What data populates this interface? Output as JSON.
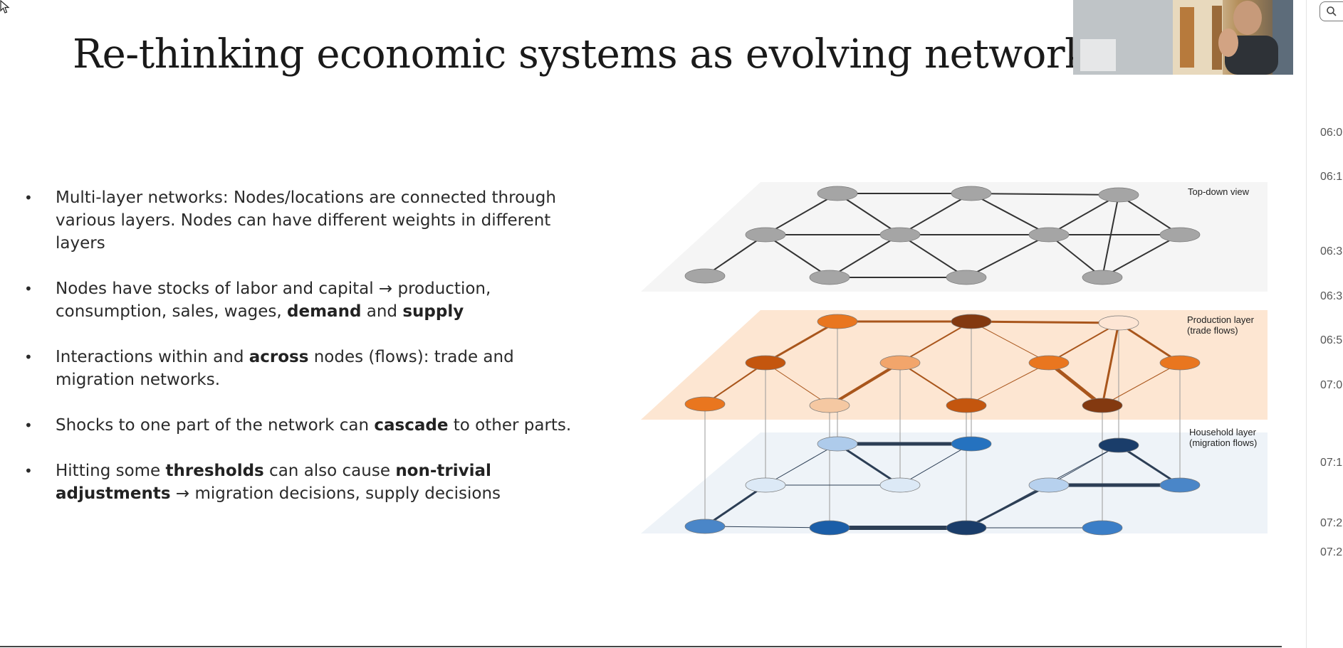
{
  "slide": {
    "title": "Re-thinking economic systems as evolving networks",
    "bullets": [
      {
        "parts": [
          {
            "text": "Multi-layer networks: Nodes/locations are connected through various layers. Nodes can have different weights in different layers",
            "bold": false
          }
        ]
      },
      {
        "parts": [
          {
            "text": "Nodes have stocks of labor and capital → production, consumption, sales, wages, ",
            "bold": false
          },
          {
            "text": "demand",
            "bold": true
          },
          {
            "text": " and ",
            "bold": false
          },
          {
            "text": "supply",
            "bold": true
          }
        ]
      },
      {
        "parts": [
          {
            "text": "Interactions within and ",
            "bold": false
          },
          {
            "text": "across",
            "bold": true
          },
          {
            "text": " nodes (flows): trade and migration networks.",
            "bold": false
          }
        ]
      },
      {
        "parts": [
          {
            "text": "Shocks to one part of the network can ",
            "bold": false
          },
          {
            "text": "cascade",
            "bold": true
          },
          {
            "text": " to other parts.",
            "bold": false
          }
        ]
      },
      {
        "parts": [
          {
            "text": "Hitting some ",
            "bold": false
          },
          {
            "text": "thresholds",
            "bold": true
          },
          {
            "text": " can also cause ",
            "bold": false
          },
          {
            "text": "non-trivial adjustments",
            "bold": true
          },
          {
            "text": " → migration decisions, supply decisions",
            "bold": false
          }
        ]
      }
    ],
    "diagram": {
      "layers": [
        {
          "id": "top",
          "label": "Top-down view",
          "plane_color": "#f5f5f5",
          "node_color": "#a5a5a5"
        },
        {
          "id": "production",
          "label_lines": [
            "Production layer",
            "(trade flows)"
          ],
          "plane_color": "#fde6d2"
        },
        {
          "id": "household",
          "label_lines": [
            "Household layer",
            "(migration flows)"
          ],
          "plane_color": "#eef3f8"
        }
      ],
      "production_node_colors": [
        "#e9761f",
        "#c4560e",
        "#e9761f",
        "#f5c8a2",
        "#f2a56b",
        "#833910",
        "#c4560e",
        "#e9761f",
        "#fde5d4",
        "#833910"
      ],
      "household_node_colors": [
        "#4a86c8",
        "#dce9f6",
        "#aecbeb",
        "#1b5ea8",
        "#dce9f6",
        "#2572bf",
        "#1a3d6a",
        "#b7d1ee",
        "#1a3d6a",
        "#3b7ec7"
      ],
      "edge_colors": {
        "top": "#333333",
        "production": "#a9561c",
        "household": "#2c3e55",
        "vertical": "#999999"
      }
    }
  },
  "webcam": {
    "description_icon": "presenter-video-icon"
  },
  "side_panel": {
    "search_icon": "search-icon",
    "timestamps": [
      "06:0",
      "06:1",
      "06:3",
      "06:3",
      "06:5",
      "07:0",
      "07:1",
      "07:2",
      "07:2"
    ]
  }
}
